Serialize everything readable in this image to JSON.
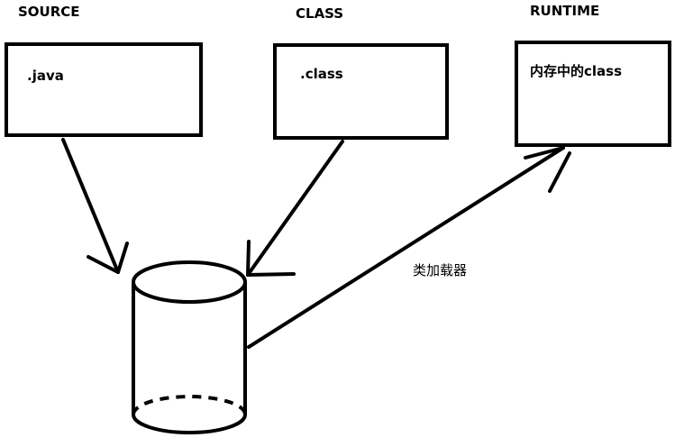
{
  "headings": {
    "source": "SOURCE",
    "class": "CLASS",
    "runtime": "RUNTIME"
  },
  "boxes": {
    "source": ".java",
    "class": ".class",
    "runtime": "内存中的class"
  },
  "edge": {
    "loader": "类加载器"
  }
}
